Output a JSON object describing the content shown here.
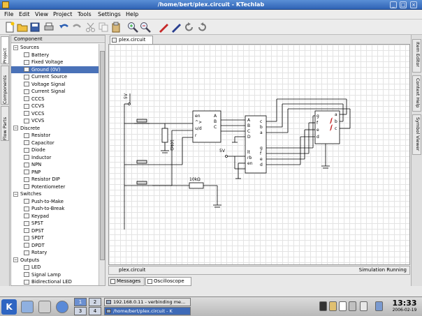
{
  "window": {
    "title": "/home/bert/plex.circuit - KTechlab"
  },
  "menu": [
    "File",
    "Edit",
    "View",
    "Project",
    "Tools",
    "Settings",
    "Help"
  ],
  "toolbar": [
    "new-icon",
    "open-icon",
    "save-icon",
    "print-icon",
    "undo-icon",
    "redo-icon",
    "cut-icon",
    "copy-icon",
    "paste-icon",
    "zoom-in-icon",
    "zoom-out-icon",
    "pen-red-icon",
    "pen-blue-icon",
    "rotate-ccw-icon",
    "rotate-cw-icon"
  ],
  "left_tabs": [
    "Project",
    "Components",
    "Flow Parts"
  ],
  "right_tabs": [
    "Item Editor",
    "Context Help",
    "Symbol Viewer"
  ],
  "component_panel": {
    "header": "Component",
    "items": [
      {
        "label": "Sources",
        "category": true
      },
      {
        "label": "Battery"
      },
      {
        "label": "Fixed Voltage"
      },
      {
        "label": "Ground (0V)",
        "selected": true
      },
      {
        "label": "Current Source"
      },
      {
        "label": "Voltage Signal"
      },
      {
        "label": "Current Signal"
      },
      {
        "label": "CCCS"
      },
      {
        "label": "CCVS"
      },
      {
        "label": "VCCS"
      },
      {
        "label": "VCVS"
      },
      {
        "label": "Discrete",
        "category": true
      },
      {
        "label": "Resistor"
      },
      {
        "label": "Capacitor"
      },
      {
        "label": "Diode"
      },
      {
        "label": "Inductor"
      },
      {
        "label": "NPN"
      },
      {
        "label": "PNP"
      },
      {
        "label": "Resistor DIP"
      },
      {
        "label": "Potentiometer"
      },
      {
        "label": "Switches",
        "category": true
      },
      {
        "label": "Push-to-Make"
      },
      {
        "label": "Push-to-Break"
      },
      {
        "label": "Keypad"
      },
      {
        "label": "SPST"
      },
      {
        "label": "DPST"
      },
      {
        "label": "SPDT"
      },
      {
        "label": "DPDT"
      },
      {
        "label": "Rotary"
      },
      {
        "label": "Outputs",
        "category": true
      },
      {
        "label": "LED"
      },
      {
        "label": "Signal Lamp"
      },
      {
        "label": "Bidirectional LED"
      }
    ]
  },
  "document": {
    "tab": "plex.circuit",
    "status_file": "plex.circuit",
    "status_right": "Simulation Running"
  },
  "circuit": {
    "v1": "5V",
    "v2": "5V",
    "r1": "10kΩ",
    "r2": "10kΩ",
    "counter": {
      "left": [
        "en",
        "^>",
        "u/d",
        "r"
      ],
      "right": [
        "A",
        "B",
        "C"
      ]
    },
    "decoder": {
      "left": [
        "A",
        "B",
        "C",
        "D",
        "",
        "lt",
        "rb",
        "en"
      ],
      "right": [
        "c",
        "b",
        "a",
        "",
        "g",
        "f",
        "e",
        "d"
      ]
    },
    "display": {
      "left": [
        "g",
        "f",
        "e",
        "d"
      ],
      "right": [
        "a",
        "b",
        "c"
      ]
    }
  },
  "bottom_tabs": [
    "Messages",
    "Oscilloscope"
  ],
  "taskbar": {
    "desktops": [
      "1",
      "2",
      "3",
      "4"
    ],
    "tasks": [
      "192.168.0.11 - verbinding me...",
      "/home/bert/plex.circuit - K"
    ],
    "time": "13:33",
    "date": "2006-02-19"
  }
}
